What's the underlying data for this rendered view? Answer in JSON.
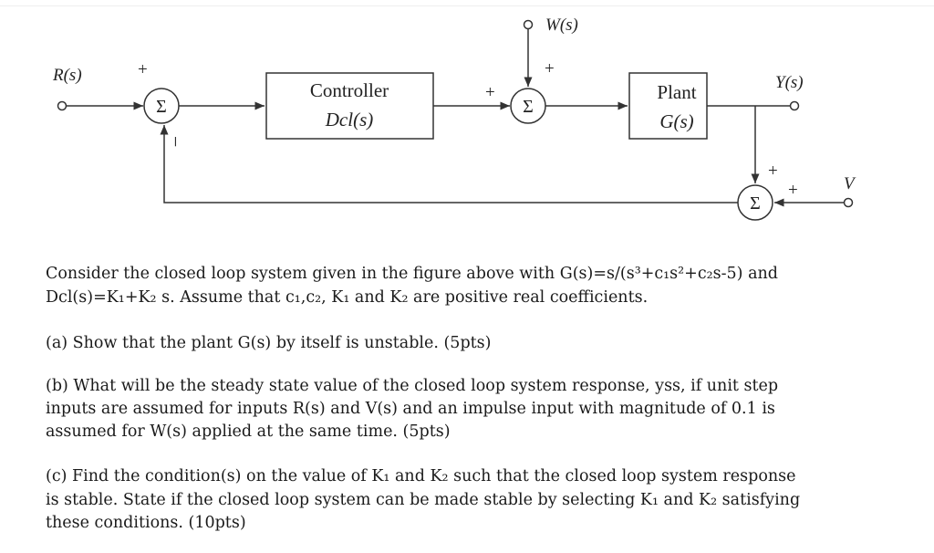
{
  "diagram": {
    "input_r": "R(s)",
    "input_w": "W(s)",
    "input_v": "V",
    "output_y": "Y(s)",
    "sum_symbol": "Σ",
    "controller_label": "Controller",
    "controller_tf": "Dcl(s)",
    "plant_label": "Plant",
    "plant_tf": "G(s)",
    "plus": "+",
    "minus": "−"
  },
  "problem": {
    "intro_line1": "Consider the closed loop system given in the figure above with G(s)=s/(s³+c₁s²+c₂s-5) and",
    "intro_line2": "Dcl(s)=K₁+K₂ s. Assume that c₁,c₂, K₁ and K₂ are positive real coefficients.",
    "part_a": "(a) Show that the plant G(s) by itself is unstable. (5pts)",
    "part_b_line1": "(b) What will be the steady state value of the closed loop system response, yss, if unit step",
    "part_b_line2": "inputs are assumed for inputs R(s) and V(s) and an impulse input with magnitude of 0.1 is",
    "part_b_line3": "assumed for W(s) applied at the same time.  (5pts)",
    "part_c_line1": "(c) Find the condition(s) on the value of K₁ and K₂ such that the closed loop system response",
    "part_c_line2": "is stable. State if the closed loop system can be made stable by selecting K₁ and K₂ satisfying",
    "part_c_line3": "these conditions. (10pts)"
  }
}
